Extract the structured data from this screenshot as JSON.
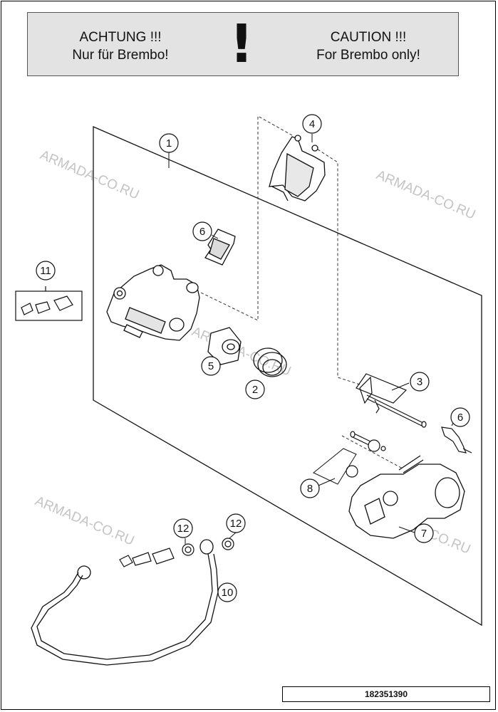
{
  "caution": {
    "german_title": "ACHTUNG !!!",
    "german_text": "Nur für Brembo!",
    "symbol": "!",
    "english_title": "CAUTION !!!",
    "english_text": "For Brembo only!"
  },
  "watermark": "ARMADA-CO.RU",
  "part_numbers": {
    "p1": "1",
    "p2": "2",
    "p3": "3",
    "p4": "4",
    "p5": "5",
    "p6a": "6",
    "p6b": "6",
    "p7": "7",
    "p8": "8",
    "p10": "10",
    "p11": "11",
    "p12a": "12",
    "p12b": "12"
  },
  "drawing_code": "182351390"
}
